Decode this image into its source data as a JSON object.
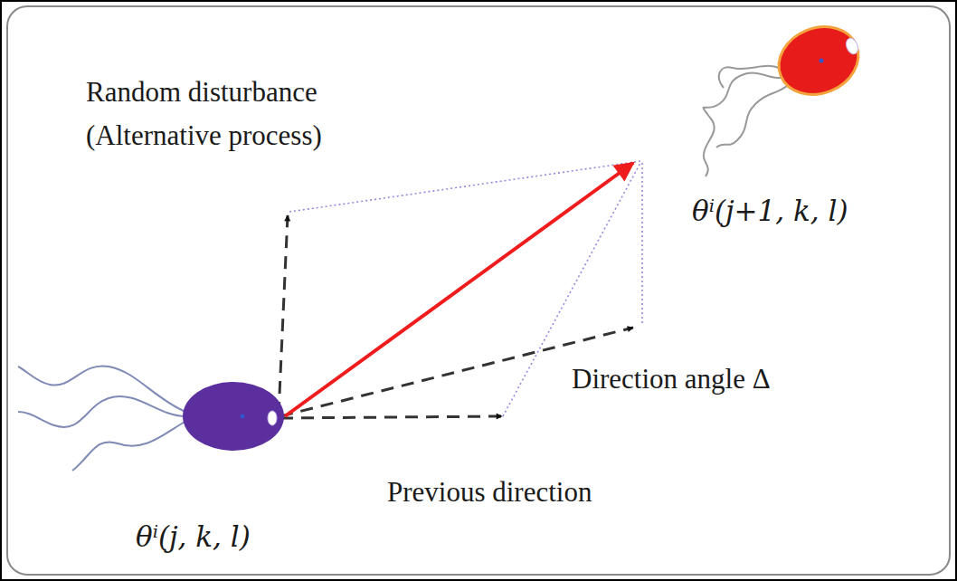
{
  "diagram": {
    "nodes": [
      {
        "text": [
          "θⁱ(j, k, l)"
        ]
      },
      {
        "text": [
          "θⁱ(j+1, k, l)"
        ]
      }
    ],
    "edges": [
      {
        "from": 0,
        "to": 1,
        "arrow": "to"
      }
    ],
    "labels": [
      "Random disturbance (Alternative process)",
      "Direction angle Δ",
      "Previous direction"
    ]
  }
}
